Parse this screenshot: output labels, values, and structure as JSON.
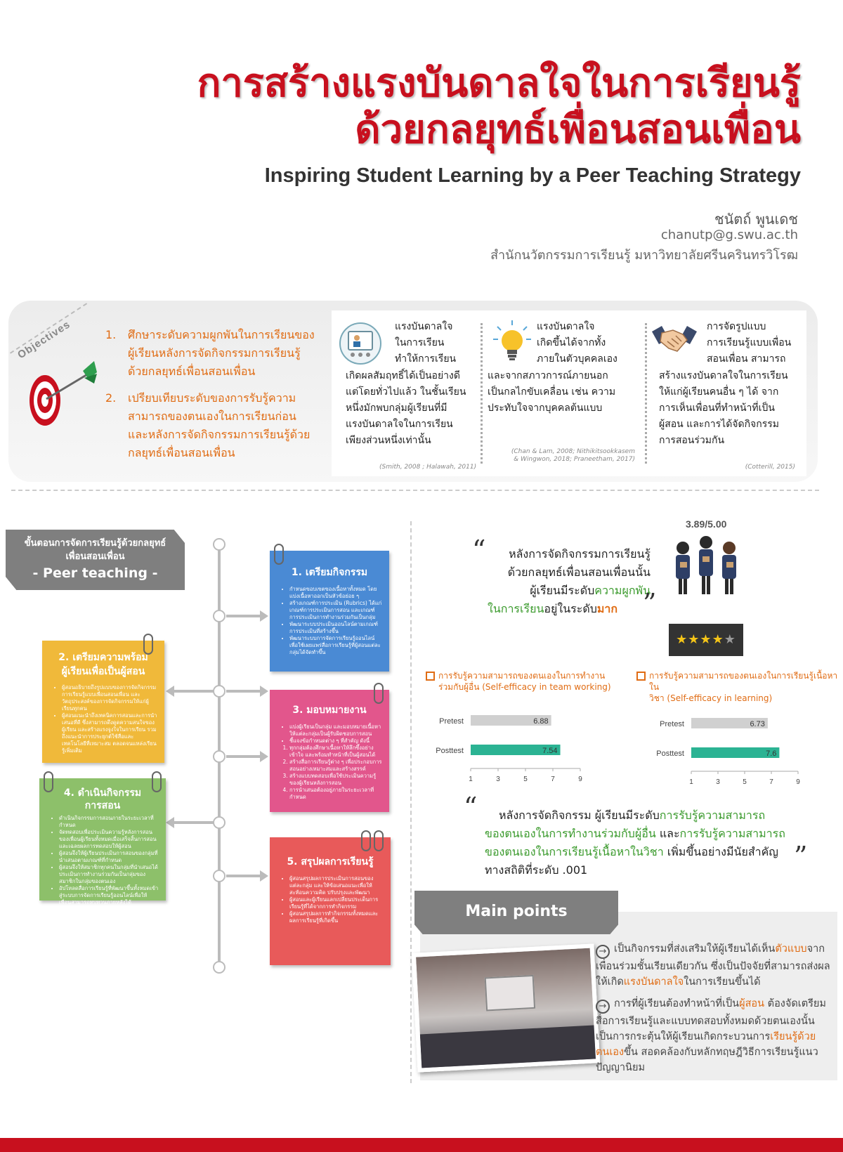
{
  "header": {
    "title_line1": "การสร้างแรงบันดาลใจในการเรียนรู้",
    "title_line2": "ด้วยกลยุทธ์เพื่อนสอนเพื่อน",
    "title_en": "Inspiring Student Learning by a Peer Teaching Strategy",
    "author_name": "ชนัตถ์ พูนเดช",
    "author_email": "chanutp@g.swu.ac.th",
    "author_affiliation": "สำนักนวัตกรรมการเรียนรู้ มหาวิทยาลัยศรีนครินทรวิโรฒ"
  },
  "objectives": {
    "tag": "Objectives",
    "items": [
      {
        "num": "1.",
        "text": "ศึกษาระดับความผูกพันในการเรียนของผู้เรียนหลังการจัดกิจกรรมการเรียนรู้ด้วยกลยุทธ์เพื่อนสอนเพื่อน"
      },
      {
        "num": "2.",
        "text": "เปรียบเทียบระดับของการรับรู้ความสามารถของตนเองในการเรียนก่อนและหลังการจัดกิจกรรมการเรียนรู้ด้วยกลยุทธ์เพื่อนสอนเพื่อน"
      }
    ],
    "cards": [
      {
        "lead_lines": [
          "แรงบันดาลใจ",
          "ในการเรียน",
          "ทำให้การเรียน"
        ],
        "body_lines": [
          "เกิดผลสัมฤทธิ์ได้เป็นอย่างดี",
          "แต่โดยทั่วไปแล้ว ในชั้นเรียน",
          "หนึ่งมักพบกลุ่มผู้เรียนที่มี",
          "แรงบันดาลใจในการเรียน",
          "เพียงส่วนหนึ่งเท่านั้น"
        ],
        "citation": "(Smith, 2008 ; Halawah, 2011)"
      },
      {
        "lead_lines": [
          "แรงบันดาลใจ",
          "เกิดขึ้นได้จากทั้ง",
          "ภายในตัวบุคคลเอง"
        ],
        "body_lines": [
          "และจากสภาวการณ์ภายนอก",
          "เป็นกลไกขับเคลื่อน เช่น ความ",
          "ประทับใจจากบุคคลต้นแบบ"
        ],
        "citation": "(Chan & Lam, 2008; Nithikitsookkasem & Wingwon, 2018; Praneetham, 2017)"
      },
      {
        "lead_lines": [
          "การจัดรูปแบบ",
          "การเรียนรู้แบบเพื่อน",
          "สอนเพื่อน สามารถ"
        ],
        "body_lines": [
          "สร้างแรงบันดาลใจในการเรียน",
          "ให้แก่ผู้เรียนคนอื่น ๆ ได้ จาก",
          "การเห็นเพื่อนที่ทำหน้าที่เป็น",
          "ผู้สอน และการได้จัดกิจกรรม",
          "การสอนร่วมกัน"
        ],
        "citation": "(Cotterill, 2015)"
      }
    ]
  },
  "steps": {
    "head_line1": "ขั้นตอนการจัดการเรียนรู้ด้วยกลยุทธ์",
    "head_line2": "เพื่อนสอนเพื่อน",
    "head_en": "- Peer teaching -",
    "notes": [
      {
        "title": "1. เตรียมกิจกรรม",
        "color": "#4a8ad4",
        "bullets": [
          "กำหนดขอบเขตของเนื้อหาทั้งหมด โดยแบ่งเนื้อหาออกเป็นหัวข้อย่อย ๆ",
          "สร้างเกณฑ์การประเมิน (Rubrics) ได้แก่ เกณฑ์การประเมินการสอน และเกณฑ์การประเมินการทำงานร่วมกันเป็นกลุ่ม",
          "พัฒนาระบบประเมินออนไลน์ตามเกณฑ์การประเมินที่สร้างขึ้น",
          "พัฒนาระบบการจัดการเรียนรู้ออนไลน์ เพื่อใช้เผยแพร่สื่อการเรียนรู้ที่ผู้สอนแต่ละกลุ่มได้จัดทำขึ้น"
        ]
      },
      {
        "title": "2. เตรียมความพร้อมผู้เรียนเพื่อเป็นผู้สอน",
        "color": "#f0b93a",
        "bullets": [
          "ผู้สอนอธิบายถึงรูปแบบของการจัดกิจกรรมการเรียนรู้แบบเพื่อนสอนเพื่อน และวัตถุประสงค์ของการจัดกิจกรรมให้แก่ผู้เรียนทุกคน",
          "ผู้สอนแนะนำถึงเทคนิคการสอนและการนำเสนอที่ดี ซึ่งสามารถดึงดูดความสนใจของผู้เรียน และสร้างแรงจูงใจในการเรียน รวมถึงแนะนำการประยุกต์ใช้สื่อและเทคโนโลยีที่เหมาะสม ตลอดจนแหล่งเรียนรู้เพิ่มเติม"
        ]
      },
      {
        "title": "3. มอบหมายงาน",
        "color": "#e2568c",
        "bullets": [
          "แบ่งผู้เรียนเป็นกลุ่ม และมอบหมายเนื้อหาให้แต่ละกลุ่มเป็นผู้รับผิดชอบการสอน",
          "ชี้แจงข้อกำหนดต่าง ๆ ที่สำคัญ ดังนี้"
        ],
        "subitems": [
          "ทุกกลุ่มต้องศึกษาเนื้อหาให้ลึกซึ้งอย่างเข้าใจ และพร้อมทำหน้าที่เป็นผู้สอนได้",
          "สร้างสื่อการเรียนรู้ต่าง ๆ เพื่อประกอบการสอนอย่างเหมาะสมและสร้างสรรค์",
          "สร้างแบบทดสอบเพื่อใช้ประเมินความรู้ของผู้เรียนหลังการสอน",
          "การนำเสนอต้องอยู่ภายในระยะเวลาที่กำหนด"
        ]
      },
      {
        "title": "4. ดำเนินกิจกรรมการสอน",
        "color": "#8dc06a",
        "bullets": [
          "ดำเนินกิจกรรมการสอนภายในระยะเวลาที่กำหนด",
          "จัดทดสอบเพื่อประเมินความรู้หลังการสอนของเพื่อนผู้เรียนทั้งหมดเมื่อเสร็จสิ้นการสอน และเฉลยผลการทดสอบให้ผู้สอน",
          "ผู้สอนจึงให้ผู้เรียนประเมินการสอนของกลุ่มที่นำเสนอตามเกณฑ์ที่กำหนด",
          "ผู้สอนจึงให้สมาชิกทุกคนในกลุ่มที่นำเสนอได้ประเมินการทำงานร่วมกันเป็นกลุ่มของสมาชิกในกลุ่มของตนเอง",
          "อัปโหลดสื่อการเรียนรู้ที่พัฒนาขึ้นทั้งหมดเข้าสู่ระบบการจัดการเรียนรู้ออนไลน์เพื่อให้เพื่อนสามารถทบทวนภายหลังได้"
        ]
      },
      {
        "title": "5. สรุปผลการเรียนรู้",
        "color": "#e85a5a",
        "bullets": [
          "ผู้สอนสรุปผลการประเมินการสอนของแต่ละกลุ่ม และให้ข้อเสนอแนะเพื่อให้สะท้อนความคิด ปรับปรุงและพัฒนา",
          "ผู้สอนและผู้เรียนแลกเปลี่ยนประเด็นการเรียนรู้ที่ได้จากการทำกิจกรรม",
          "ผู้สอนสรุปผลการทำกิจกรรมทั้งหมดและผลการเรียนรู้ที่เกิดขึ้น"
        ]
      }
    ]
  },
  "results": {
    "score": "3.89/5.00",
    "stars_filled": 4,
    "stars_total": 5,
    "quote1_line1": "หลังการจัดกิจกรรมการเรียนรู้",
    "quote1_line2": "ด้วยกลยุทธ์เพื่อนสอนเพื่อนนั้น",
    "quote1_line3a": "ผู้เรียนมีระดับ",
    "quote1_hl1": "ความผูกพัน",
    "quote1_hl2": "ในการเรียน",
    "quote1_mid": "อยู่ในระดับ",
    "quote1_hl3": "มาก",
    "quote2_a": "หลังการจัดกิจกรรม ผู้เรียนมีระดับ",
    "quote2_hl1": "การรับรู้ความสามารถ",
    "quote2_hl1b": "ของตนเองในการทำงานร่วมกับผู้อื่น",
    "quote2_and": " และ",
    "quote2_hl2": "การรับรู้ความสามารถ",
    "quote2_hl2b": "ของตนเองในการเรียนรู้เนื้อหาในวิชา",
    "quote2_tail": " เพิ่มขึ้นอย่างมีนัยสำคัญ",
    "quote2_tail2": "ทางสถิติที่ระดับ .001",
    "open_quote": "“",
    "close_quote": "”"
  },
  "chart_data": [
    {
      "type": "bar",
      "orientation": "horizontal",
      "title_line1": "การรับรู้ความสามารถของตนเองในการทำงาน",
      "title_line2": "ร่วมกับผู้อื่น (Self-efficacy in team working)",
      "categories": [
        "Pretest",
        "Posttest"
      ],
      "values": [
        6.88,
        7.54
      ],
      "labels": [
        "6.88",
        "7.54"
      ],
      "colors": [
        "#d0d0d0",
        "#2bb393"
      ],
      "xlim": [
        1,
        9
      ],
      "ticks": [
        1,
        3,
        5,
        7,
        9
      ],
      "grid": false
    },
    {
      "type": "bar",
      "orientation": "horizontal",
      "title_line1": "การรับรู้ความสามารถของตนเองในการเรียนรู้เนื้อหาใน",
      "title_line2": "วิชา (Self-efficacy in learning)",
      "categories": [
        "Pretest",
        "Posttest"
      ],
      "values": [
        6.73,
        7.6
      ],
      "labels": [
        "6.73",
        "7.6"
      ],
      "colors": [
        "#d0d0d0",
        "#2bb393"
      ],
      "xlim": [
        1,
        9
      ],
      "ticks": [
        1,
        3,
        5,
        7,
        9
      ],
      "grid": false
    }
  ],
  "main_points": {
    "title": "Main points",
    "p1_a": "เป็นกิจกรรมที่ส่งเสริมให้ผู้เรียนได้เห็น",
    "p1_hl1": "ตัวแบบ",
    "p1_b": "จากเพื่อนร่วมชั้นเรียนเดียวกัน ซึ่งเป็นปัจจัยที่สามารถส่งผลให้เกิด",
    "p1_hl2": "แรงบันดาลใจ",
    "p1_c": "ในการเรียนขึ้นได้",
    "p2_a": "การที่ผู้เรียนต้องทำหน้าที่เป็น",
    "p2_hl1": "ผู้สอน",
    "p2_b": " ต้องจัดเตรียมสื่อการเรียนรู้และแบบทดสอบทั้งหมดด้วยตนเองนั้น เป็นการกระตุ้นให้ผู้เรียนเกิดกระบวนการ",
    "p2_hl2": "เรียนรู้ด้วยตนเอง",
    "p2_c": "ขึ้น สอดคล้องกับหลักทฤษฎีวิธีการเรียนรู้แนวปัญญานิยม",
    "arrow_glyph": "→"
  },
  "colors": {
    "brand_red": "#c8101e",
    "accent_orange": "#e06c14",
    "accent_green": "#3a9a2c",
    "posttest_teal": "#2bb393",
    "pretest_gray": "#d0d0d0"
  }
}
